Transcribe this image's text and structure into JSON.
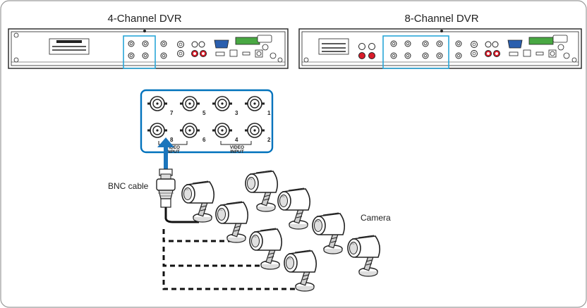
{
  "titles": {
    "dvr4": "4-Channel DVR",
    "dvr8": "8-Channel DVR"
  },
  "labels": {
    "bnc_cable": "BNC cable",
    "camera": "Camera",
    "video_input_line1": "VIDEO",
    "video_input_line2": "INPUT"
  },
  "port_numbers": {
    "top": [
      "7",
      "5",
      "3",
      "1"
    ],
    "bottom": [
      "8",
      "6",
      "4",
      "2"
    ]
  },
  "colors": {
    "highlight": "#29a6d8",
    "arrow": "#1b75bc",
    "panel_border": "#0072bc",
    "cable": "#111111"
  }
}
